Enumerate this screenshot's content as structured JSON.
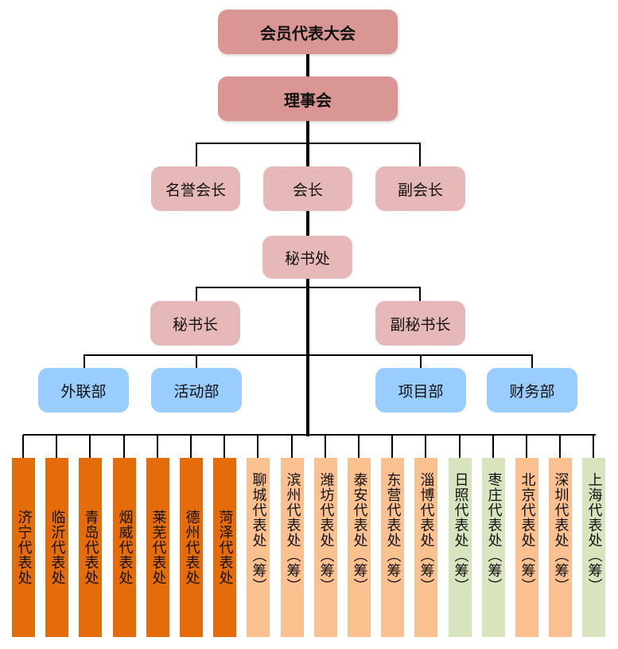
{
  "colors": {
    "top": "#D99694",
    "pink": "#E6B9B8",
    "blue": "#99CCFF",
    "established": "#E46C0A",
    "pending_orange": "#FAC090",
    "pending_green": "#D7E4BD"
  },
  "levels": {
    "assembly": "会员代表大会",
    "council": "理事会",
    "honorary_president": "名誉会长",
    "president": "会长",
    "vice_president": "副会长",
    "secretariat": "秘书处",
    "secretary_general": "秘书长",
    "deputy_secretary_general": "副秘书长",
    "departments": [
      "外联部",
      "活动部",
      "项目部",
      "财务部"
    ]
  },
  "offices": [
    {
      "name": "济宁代表处",
      "type": "established"
    },
    {
      "name": "临沂代表处",
      "type": "established"
    },
    {
      "name": "青岛代表处",
      "type": "established"
    },
    {
      "name": "烟威代表处",
      "type": "established"
    },
    {
      "name": "莱芜代表处",
      "type": "established"
    },
    {
      "name": "德州代表处",
      "type": "established"
    },
    {
      "name": "菏泽代表处",
      "type": "established"
    },
    {
      "name": "聊城代表处（筹）",
      "type": "pending_orange"
    },
    {
      "name": "滨州代表处（筹）",
      "type": "pending_orange"
    },
    {
      "name": "潍坊代表处（筹）",
      "type": "pending_orange"
    },
    {
      "name": "泰安代表处（筹）",
      "type": "pending_orange"
    },
    {
      "name": "东营代表处（筹）",
      "type": "pending_orange"
    },
    {
      "name": "淄博代表处（筹）",
      "type": "pending_orange"
    },
    {
      "name": "日照代表处（筹）",
      "type": "pending_green"
    },
    {
      "name": "枣庄代表处（筹）",
      "type": "pending_green"
    },
    {
      "name": "北京代表处（筹）",
      "type": "pending_orange"
    },
    {
      "name": "深圳代表处（筹）",
      "type": "pending_orange"
    },
    {
      "name": "上海代表处（筹）",
      "type": "pending_green"
    }
  ]
}
